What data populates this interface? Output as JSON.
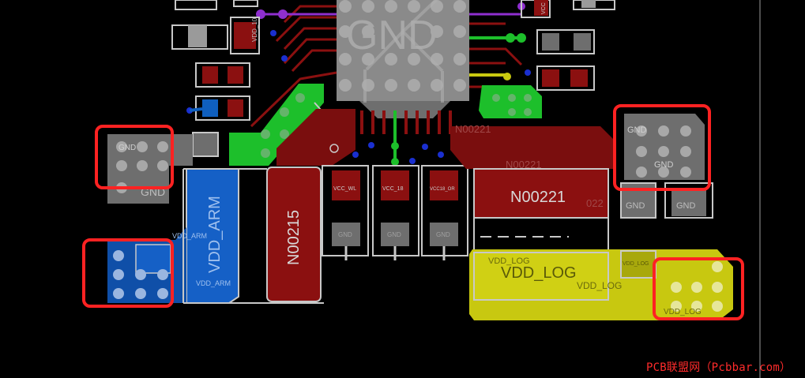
{
  "layout_view": {
    "colors": {
      "background": "#000000",
      "gnd_plane": "#808080",
      "red_copper": "#8b1010",
      "blue_copper": "#0f5fbf",
      "green_copper": "#1dbf2b",
      "yellow_copper": "#c8c810",
      "purple_trace": "#8f2fcf",
      "highlight_box": "#ff2222",
      "pad_outline": "#c8c8c8"
    },
    "labels": {
      "gnd_big": "GND",
      "vcc_top": "VCC",
      "vdd_10": "VDD_10",
      "gnd_left": "GND",
      "gnd_left2": "GND",
      "vdd_arm_big": "VDD_ARM",
      "vdd_arm_small": "VDD_ARM",
      "vdd_arm_small2": "VDD_ARM",
      "n00215": "N00215",
      "vcc_wl": "VCC_WL",
      "vcc_18": "VCC_18",
      "vcc_or": "VCC18_OR",
      "gnd_cap1": "GND",
      "gnd_cap2": "GND",
      "gnd_cap3": "GND",
      "n00221_big": "N00221",
      "n00221_mid": "N00221",
      "n00221_top": "N00221",
      "n00221_edge": "022",
      "gnd_right": "GND",
      "gnd_right2": "GND",
      "gnd_right3": "GND",
      "gnd_right4": "GND",
      "vdd_log_big": "VDD_LOG",
      "vdd_log_small": "VDD_LOG",
      "vdd_log_small2": "VDD_LOG",
      "vdd_log_small3": "VDD_LOG",
      "vdd_log_small4": "VDD_LOG"
    },
    "watermark": "PCB联盟网（Pcbbar.com）"
  }
}
